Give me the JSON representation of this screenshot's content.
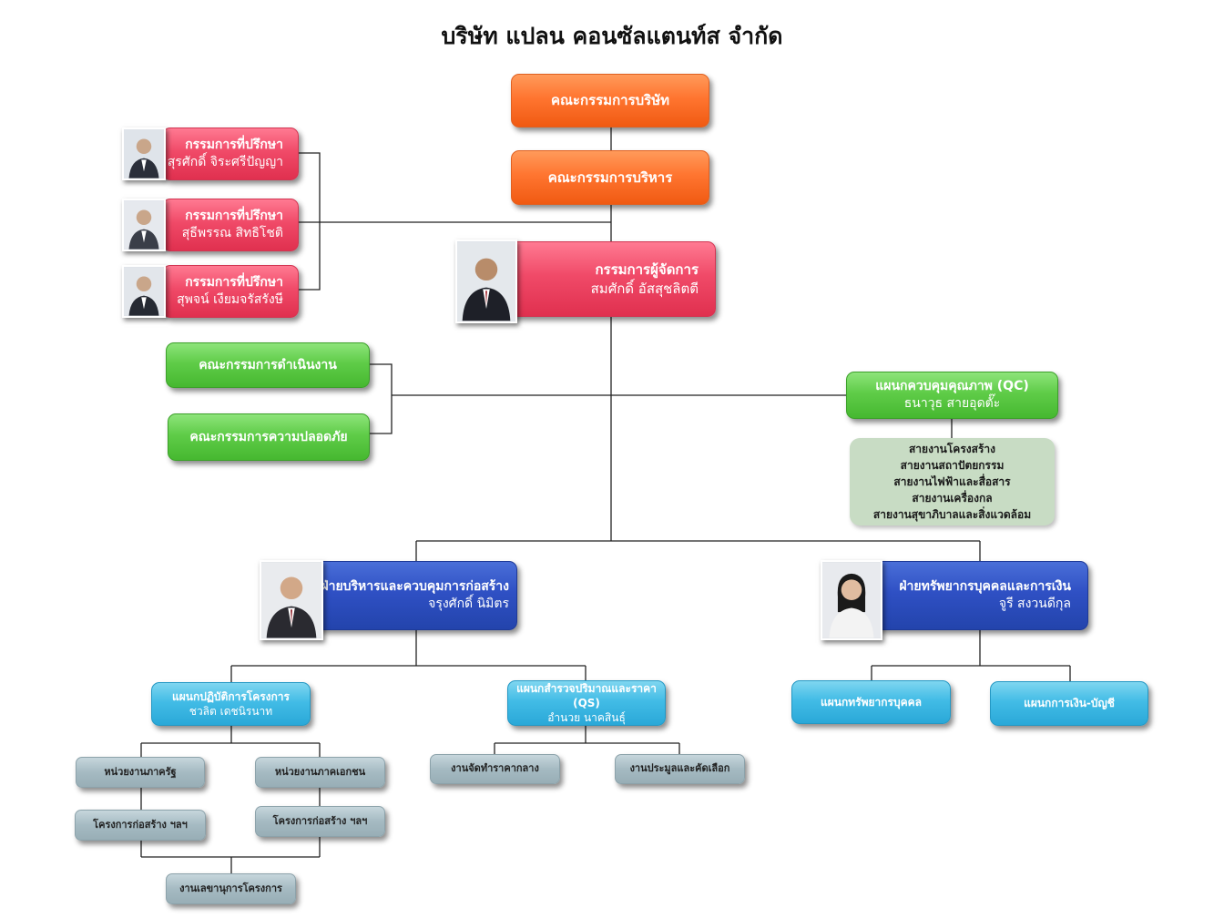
{
  "company_title": "บริษัท แปลน คอนซัลแตนท์ส จำกัด",
  "board": "คณะกรรมการบริษัท",
  "executive_committee": "คณะกรรมการบริหาร",
  "advisors": [
    {
      "title": "กรรมการที่ปรึกษา",
      "name": "สุรศักดิ์  จิระศรีปัญญา"
    },
    {
      "title": "กรรมการที่ปรึกษา",
      "name": "สุธีพรรณ  สิทธิโชติ"
    },
    {
      "title": "กรรมการที่ปรึกษา",
      "name": "สุพจน์  เงียมจรัสรังษี"
    }
  ],
  "managing_director": {
    "title": "กรรมการผู้จัดการ",
    "name": "สมศักดิ์  อัสสุชลิตตี"
  },
  "committees": [
    "คณะกรรมการดำเนินงาน",
    "คณะกรรมการความปลอดภัย"
  ],
  "qc": {
    "title": "แผนกควบคุมคุณภาพ (QC)",
    "name": "ธนาวุธ สายอุดตั๊ะ",
    "lines": [
      "สายงานโครงสร้าง",
      "สายงานสถาปัตยกรรม",
      "สายงานไฟฟ้าและสื่อสาร",
      "สายงานเครื่องกล",
      "สายงานสุขาภิบาลและสิ่งแวดล้อม"
    ]
  },
  "construction_division": {
    "title": "ฝ่ายบริหารและควบคุมการก่อสร้าง",
    "name": "จรุงศักดิ์  นิมิตร"
  },
  "hr_finance_division": {
    "title": "ฝ่ายทรัพยากรบุคคลและการเงิน",
    "name": "จูรี  สงวนดีกุล"
  },
  "project_ops": {
    "title": "แผนกปฏิบัติการโครงการ",
    "name": "ชวลิต  เดชนิรนาท"
  },
  "qs": {
    "title": "แผนกสำรวจปริมาณและราคา (QS)",
    "name": "อำนวย  นาคสินธุ์"
  },
  "hr_dept": "แผนกทรัพยากรบุคคล",
  "finance_dept": "แผนกการเงิน-บัญชี",
  "gov_unit": "หน่วยงานภาครัฐ",
  "private_unit": "หน่วยงานภาคเอกชน",
  "gov_projects": "โครงการก่อสร้าง ฯลฯ",
  "private_projects": "โครงการก่อสร้าง ฯลฯ",
  "secretary": "งานเลขานุการโครงการ",
  "median_price": "งานจัดทำราคากลาง",
  "bidding": "งานประมูลและคัดเลือก",
  "colors": {
    "orange": "#ff7530",
    "pink": "#f04a68",
    "green": "#5fcc48",
    "blue": "#2f50c4",
    "cyan": "#42bce6",
    "grey": "#a5bac2",
    "pale_green": "#c8dcc4"
  }
}
